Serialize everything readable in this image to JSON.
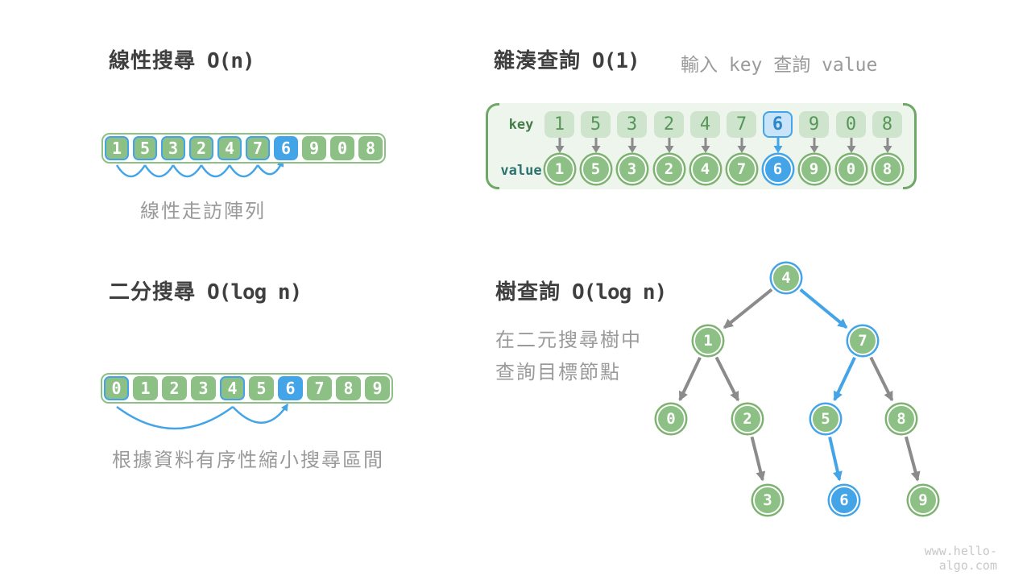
{
  "watermark": "www.hello-algo.com",
  "colors": {
    "green": "#8CC084",
    "green_ring": "#7DB271",
    "panel_green_bg": "#EDF5EC",
    "bracket_green": "#6FA768",
    "light_green_cell": "#CFE4CD",
    "key_digit_green": "#559658",
    "key_label_green": "#467D4B",
    "value_label_teal": "#2D7370",
    "blue": "#43A4E8",
    "light_blue": "#C9E3F8",
    "blue_digit": "#2C86C8",
    "arrow_gray": "#8B8B8B",
    "title_text": "#3F3F3F",
    "caption_gray": "#9A9A9A",
    "watermark_gray": "#C8C8C8"
  },
  "panels": {
    "linear": {
      "name": "線性搜尋",
      "complexity": "O(n)",
      "caption": "線性走訪陣列",
      "cells": [
        1,
        5,
        3,
        2,
        4,
        7,
        6,
        9,
        0,
        8
      ],
      "visited_indices": [
        0,
        1,
        2,
        3,
        4,
        5
      ],
      "target_index": 6
    },
    "hash": {
      "name": "雜湊查詢",
      "complexity": "O(1)",
      "subtitle": "輸入 key 查詢 value",
      "key_label": "key",
      "value_label": "value",
      "keys": [
        1,
        5,
        3,
        2,
        4,
        7,
        6,
        9,
        0,
        8
      ],
      "values": [
        1,
        5,
        3,
        2,
        4,
        7,
        6,
        9,
        0,
        8
      ],
      "highlight_index": 6
    },
    "binary": {
      "name": "二分搜尋",
      "complexity": "O(log n)",
      "caption": "根據資料有序性縮小搜尋區間",
      "cells": [
        0,
        1,
        2,
        3,
        4,
        5,
        6,
        7,
        8,
        9
      ],
      "bordered_indices": [
        0,
        4
      ],
      "target_index": 6
    },
    "tree": {
      "name": "樹查詢",
      "complexity": "O(log n)",
      "description_lines": [
        "在二元搜尋樹中",
        "查詢目標節點"
      ],
      "nodes": [
        {
          "value": 4,
          "state": "path"
        },
        {
          "value": 1,
          "state": "normal"
        },
        {
          "value": 7,
          "state": "path"
        },
        {
          "value": 0,
          "state": "normal"
        },
        {
          "value": 2,
          "state": "normal"
        },
        {
          "value": 5,
          "state": "path"
        },
        {
          "value": 8,
          "state": "normal"
        },
        {
          "value": 3,
          "state": "normal"
        },
        {
          "value": 6,
          "state": "target"
        },
        {
          "value": 9,
          "state": "normal"
        }
      ],
      "edges": [
        {
          "from": 0,
          "to": 1,
          "highlight": false
        },
        {
          "from": 0,
          "to": 2,
          "highlight": true
        },
        {
          "from": 1,
          "to": 3,
          "highlight": false
        },
        {
          "from": 1,
          "to": 4,
          "highlight": false
        },
        {
          "from": 2,
          "to": 5,
          "highlight": true
        },
        {
          "from": 2,
          "to": 6,
          "highlight": false
        },
        {
          "from": 4,
          "to": 7,
          "highlight": false
        },
        {
          "from": 5,
          "to": 8,
          "highlight": true
        },
        {
          "from": 6,
          "to": 9,
          "highlight": false
        }
      ]
    }
  }
}
